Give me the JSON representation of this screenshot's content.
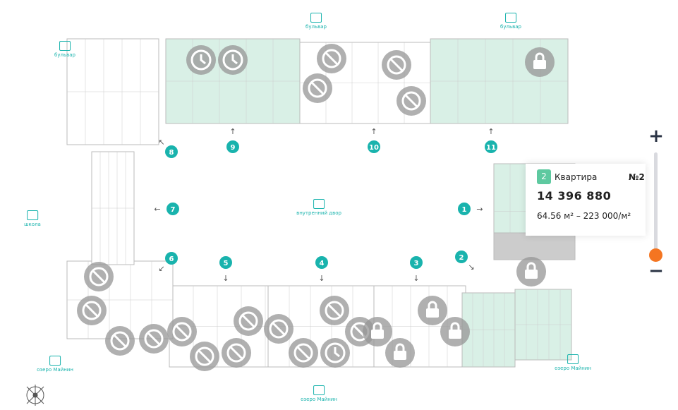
{
  "landmarks": {
    "boulevard": "бульвар",
    "courtyard": "внутренний двор",
    "lake": "озеро Майнин",
    "school": "школа"
  },
  "sections": [
    "1",
    "2",
    "3",
    "4",
    "5",
    "6",
    "7",
    "8",
    "9",
    "10",
    "11"
  ],
  "markers": [
    "clock",
    "clock",
    "ban",
    "ban",
    "ban",
    "ban",
    "lock",
    "ban",
    "ban",
    "ban",
    "ban",
    "ban",
    "ban",
    "ban",
    "ban",
    "ban",
    "ban",
    "ban",
    "ban",
    "clock",
    "lock",
    "lock",
    "lock",
    "lock",
    "lock"
  ],
  "tooltip": {
    "rooms": "2",
    "type": "Квартира",
    "number": "№2",
    "price": "14 396 880",
    "area": "64.56 м² – 223 000/м²"
  },
  "zoom": {
    "plus": "+",
    "minus": "−",
    "level": 0.05
  },
  "colors": {
    "accent": "#19b3ad",
    "available": "#d9f0e6",
    "knob": "#f47521"
  }
}
